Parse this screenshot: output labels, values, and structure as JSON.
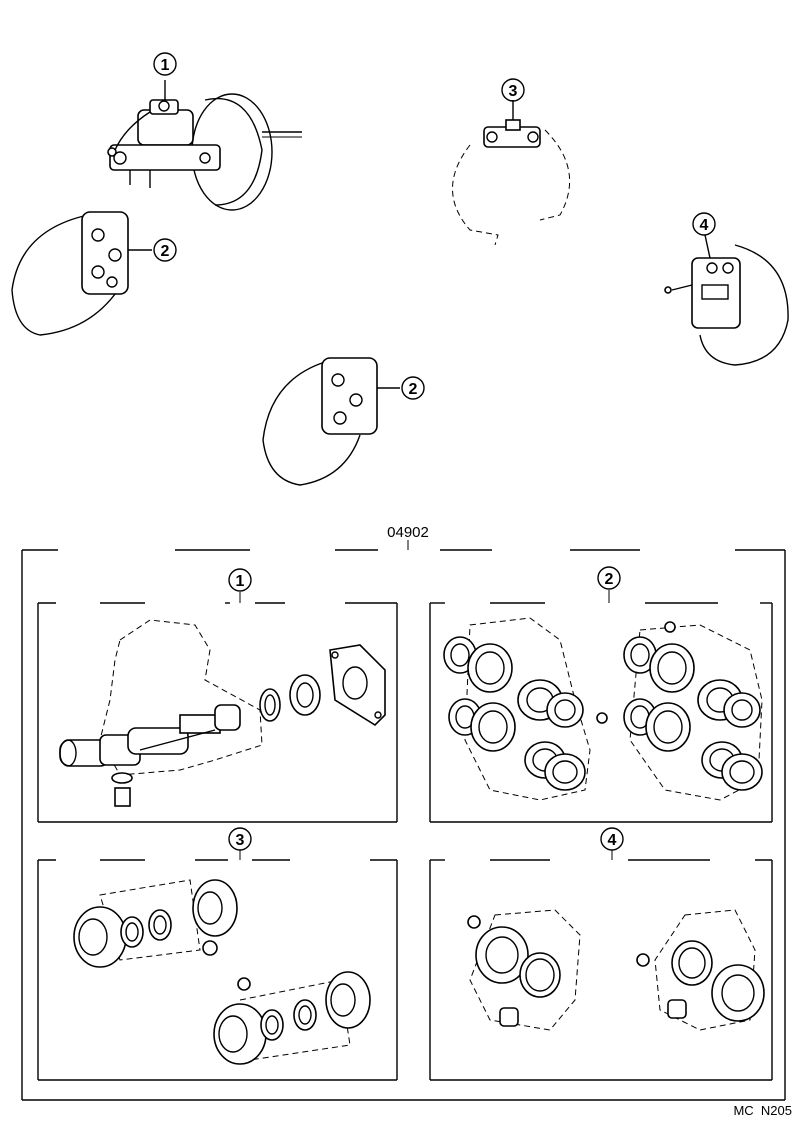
{
  "diagram": {
    "callouts": {
      "master_cylinder": "1",
      "caliper_left": "2",
      "wheel_cylinder": "3",
      "caliper_rear": "4",
      "caliper_center": "2"
    },
    "kit": {
      "part_number": "04902",
      "panels": [
        {
          "key": "p1",
          "label": "1"
        },
        {
          "key": "p2",
          "label": "2"
        },
        {
          "key": "p3",
          "label": "3"
        },
        {
          "key": "p4",
          "label": "4"
        }
      ]
    },
    "figure_code": "MC  N205"
  }
}
